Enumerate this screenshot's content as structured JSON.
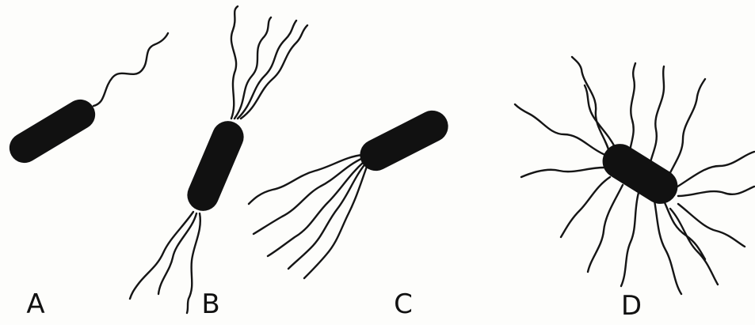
{
  "figure": {
    "ink_color": "#111111",
    "background_color": "#fdfdfb",
    "panels": [
      {
        "label": "A",
        "flagella_arrangement": "monotrichous",
        "flagella_count": 1
      },
      {
        "label": "B",
        "flagella_arrangement": "amphitrichous",
        "flagella_count": 7
      },
      {
        "label": "C",
        "flagella_arrangement": "lophotrichous",
        "flagella_count": 5
      },
      {
        "label": "D",
        "flagella_arrangement": "peritrichous",
        "flagella_count": 16
      }
    ]
  }
}
